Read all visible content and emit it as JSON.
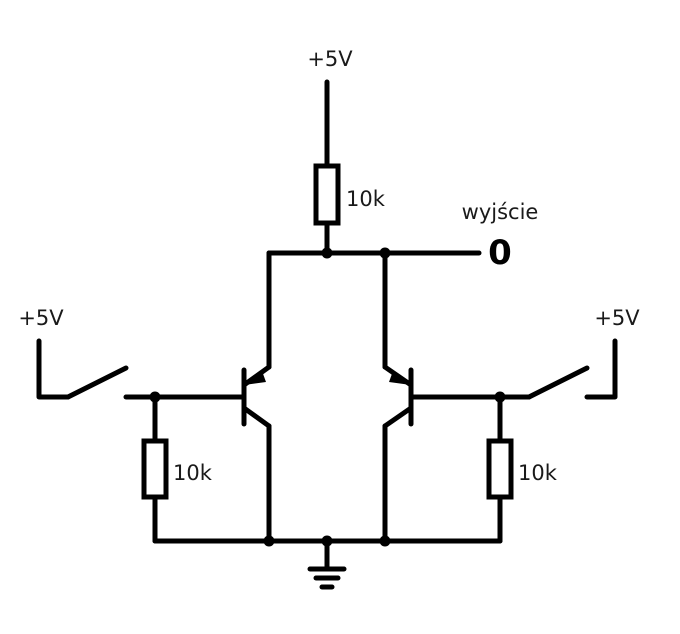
{
  "labels": {
    "supply_top": "+5V",
    "supply_left": "+5V",
    "supply_right": "+5V",
    "resistor_top": "10k",
    "resistor_left": "10k",
    "resistor_right": "10k",
    "output_label": "wyjście",
    "output_value": "0"
  },
  "colors": {
    "wire": "#000000",
    "text": "#1a1a1a",
    "background": "#ffffff"
  }
}
